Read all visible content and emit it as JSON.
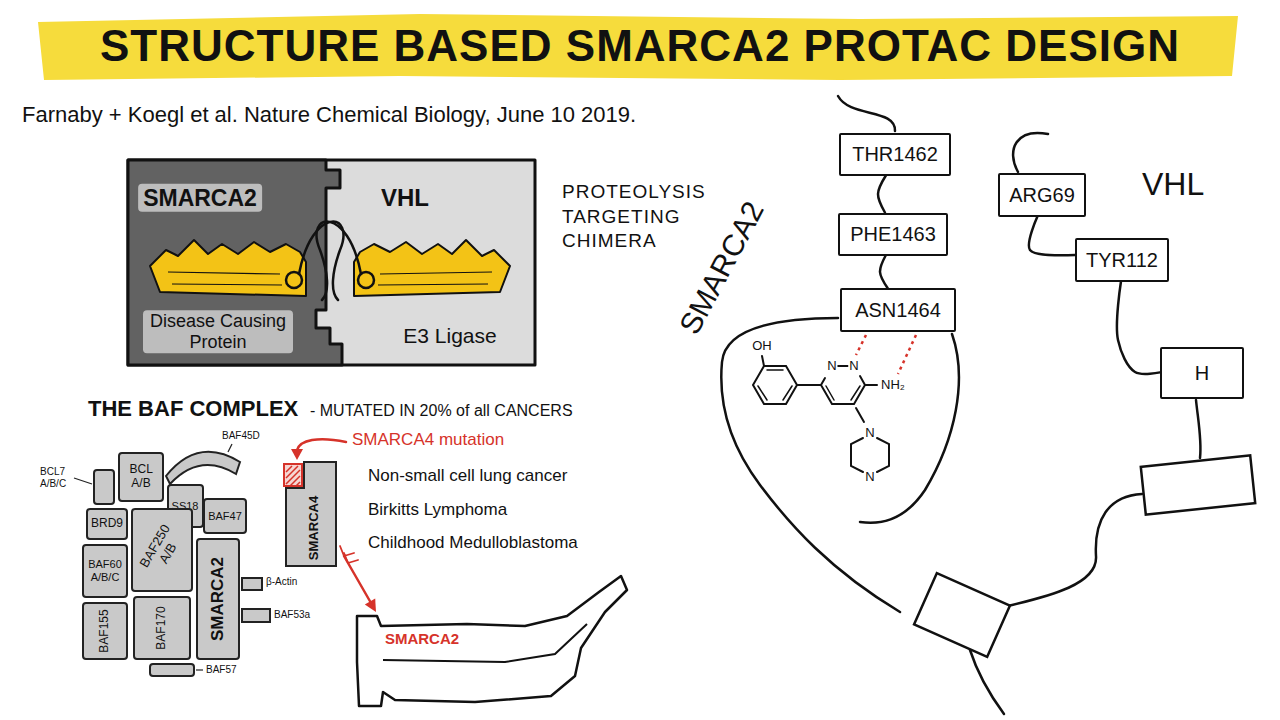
{
  "diagram": {
    "title": "STRUCTURE BASED SMARCA2 PROTAC DESIGN",
    "nodes": [
      {
        "text": [
          "SMARCA2",
          "Disease Causing Protein"
        ]
      },
      {
        "text": [
          "VHL",
          "E3 Ligase"
        ]
      },
      {
        "text": [
          "BCL A/B"
        ]
      },
      {
        "text": [
          "SS18"
        ]
      },
      {
        "text": [
          "BRD9"
        ]
      },
      {
        "text": [
          "BAF250 A/B"
        ]
      },
      {
        "text": [
          "BAF47"
        ]
      },
      {
        "text": [
          "BAF60 A/B/C"
        ]
      },
      {
        "text": [
          "SMARCA2"
        ]
      },
      {
        "text": [
          "BAF155"
        ]
      },
      {
        "text": [
          "BAF170"
        ]
      },
      {
        "text": [
          "SMARCA4"
        ]
      },
      {
        "text": [
          "SMARCA2"
        ]
      },
      {
        "text": [
          "THR1462"
        ]
      },
      {
        "text": [
          "PHE1463"
        ]
      },
      {
        "text": [
          "ASN1464"
        ]
      },
      {
        "text": [
          "ARG69"
        ]
      },
      {
        "text": [
          "TYR112"
        ]
      },
      {
        "text": [
          "H"
        ]
      }
    ],
    "edges": [
      {
        "from": 13,
        "to": 14,
        "arrow": "none"
      },
      {
        "from": 14,
        "to": 15,
        "arrow": "none"
      },
      {
        "from": 16,
        "to": 17,
        "arrow": "none"
      },
      {
        "from": 17,
        "to": 18,
        "arrow": "none"
      }
    ],
    "labels": [
      "Farnaby + Koegl et al. Nature Chemical Biology, June 10 2019.",
      "PROTEOLYSIS TARGETING CHIMERA",
      "THE BAF COMPLEX",
      "- MUTATED IN 20% of all CANCERS",
      "BCL7 A/B/C",
      "BAF45D",
      "β-Actin",
      "BAF53a",
      "BAF57",
      "SMARCA4 mutation",
      "Non-small cell lung cancer",
      "Birkitts Lymphoma",
      "Childhood Medulloblastoma",
      "SMARCA2",
      "VHL",
      "OH",
      "N",
      "N",
      "NH₂",
      "N",
      "N"
    ]
  }
}
